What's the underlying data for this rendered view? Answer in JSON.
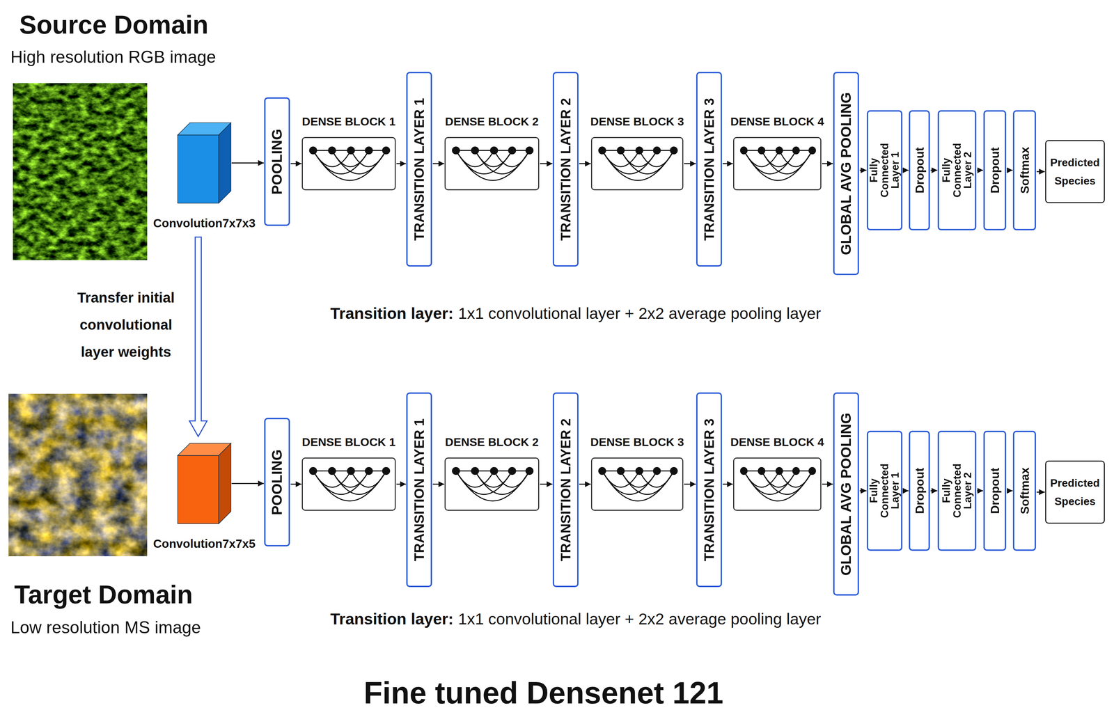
{
  "diagram": {
    "title": "Fine tuned Densenet 121",
    "nodes": [
      {
        "text": [
          "Convolution7x7x3"
        ]
      },
      {
        "text": [
          "POOLING"
        ]
      },
      {
        "text": [
          "DENSE BLOCK 1"
        ]
      },
      {
        "text": [
          "TRANSITION LAYER 1"
        ]
      },
      {
        "text": [
          "DENSE BLOCK 2"
        ]
      },
      {
        "text": [
          "TRANSITION LAYER 2"
        ]
      },
      {
        "text": [
          "DENSE BLOCK 3"
        ]
      },
      {
        "text": [
          "TRANSITION LAYER 3"
        ]
      },
      {
        "text": [
          "DENSE BLOCK 4"
        ]
      },
      {
        "text": [
          "GLOBAL AVG POOLING"
        ]
      },
      {
        "text": [
          "Fully Connected Layer 1"
        ]
      },
      {
        "text": [
          "Dropout"
        ]
      },
      {
        "text": [
          "Fully Connected Layer 2"
        ]
      },
      {
        "text": [
          "Dropout"
        ]
      },
      {
        "text": [
          "Softmax"
        ]
      },
      {
        "text": [
          "Predicted Species"
        ]
      },
      {
        "text": [
          "Convolution7x7x5"
        ]
      },
      {
        "text": [
          "POOLING"
        ]
      },
      {
        "text": [
          "DENSE BLOCK 1"
        ]
      },
      {
        "text": [
          "TRANSITION LAYER 1"
        ]
      },
      {
        "text": [
          "DENSE BLOCK 2"
        ]
      },
      {
        "text": [
          "TRANSITION LAYER 2"
        ]
      },
      {
        "text": [
          "DENSE BLOCK 3"
        ]
      },
      {
        "text": [
          "TRANSITION LAYER 3"
        ]
      },
      {
        "text": [
          "DENSE BLOCK 4"
        ]
      },
      {
        "text": [
          "GLOBAL AVG POOLING"
        ]
      },
      {
        "text": [
          "Fully Connected Layer 1"
        ]
      },
      {
        "text": [
          "Dropout"
        ]
      },
      {
        "text": [
          "Fully Connected Layer 2"
        ]
      },
      {
        "text": [
          "Dropout"
        ]
      },
      {
        "text": [
          "Softmax"
        ]
      },
      {
        "text": [
          "Predicted Species"
        ]
      }
    ],
    "edges": [
      {
        "from": 0,
        "to": 1,
        "arrow": "to"
      },
      {
        "from": 1,
        "to": 2,
        "arrow": "to"
      },
      {
        "from": 2,
        "to": 3,
        "arrow": "to"
      },
      {
        "from": 3,
        "to": 4,
        "arrow": "to"
      },
      {
        "from": 4,
        "to": 5,
        "arrow": "to"
      },
      {
        "from": 5,
        "to": 6,
        "arrow": "to"
      },
      {
        "from": 6,
        "to": 7,
        "arrow": "to"
      },
      {
        "from": 7,
        "to": 8,
        "arrow": "to"
      },
      {
        "from": 8,
        "to": 9,
        "arrow": "to"
      },
      {
        "from": 9,
        "to": 10,
        "arrow": "to"
      },
      {
        "from": 10,
        "to": 11,
        "arrow": "to"
      },
      {
        "from": 11,
        "to": 12,
        "arrow": "to"
      },
      {
        "from": 12,
        "to": 13,
        "arrow": "to"
      },
      {
        "from": 13,
        "to": 14,
        "arrow": "to"
      },
      {
        "from": 14,
        "to": 15,
        "arrow": "to"
      },
      {
        "from": 16,
        "to": 17,
        "arrow": "to"
      },
      {
        "from": 17,
        "to": 18,
        "arrow": "to"
      },
      {
        "from": 18,
        "to": 19,
        "arrow": "to"
      },
      {
        "from": 19,
        "to": 20,
        "arrow": "to"
      },
      {
        "from": 20,
        "to": 21,
        "arrow": "to"
      },
      {
        "from": 21,
        "to": 22,
        "arrow": "to"
      },
      {
        "from": 22,
        "to": 23,
        "arrow": "to"
      },
      {
        "from": 23,
        "to": 24,
        "arrow": "to"
      },
      {
        "from": 24,
        "to": 25,
        "arrow": "to"
      },
      {
        "from": 25,
        "to": 26,
        "arrow": "to"
      },
      {
        "from": 26,
        "to": 27,
        "arrow": "to"
      },
      {
        "from": 27,
        "to": 28,
        "arrow": "to"
      },
      {
        "from": 28,
        "to": 29,
        "arrow": "to"
      },
      {
        "from": 29,
        "to": 30,
        "arrow": "to"
      },
      {
        "from": 30,
        "to": 31,
        "arrow": "to"
      },
      {
        "from": 0,
        "to": 16,
        "arrow": "to",
        "label": "Transfer initial convolutional layer weights"
      }
    ],
    "labels": [
      "Source Domain",
      "High resolution RGB image",
      "Transition layer:",
      "1x1 convolutional layer + 2x2 average pooling layer",
      "Target Domain",
      "Low resolution MS image",
      "Transition layer:",
      "1x1 convolutional layer + 2x2 average pooling layer"
    ]
  }
}
